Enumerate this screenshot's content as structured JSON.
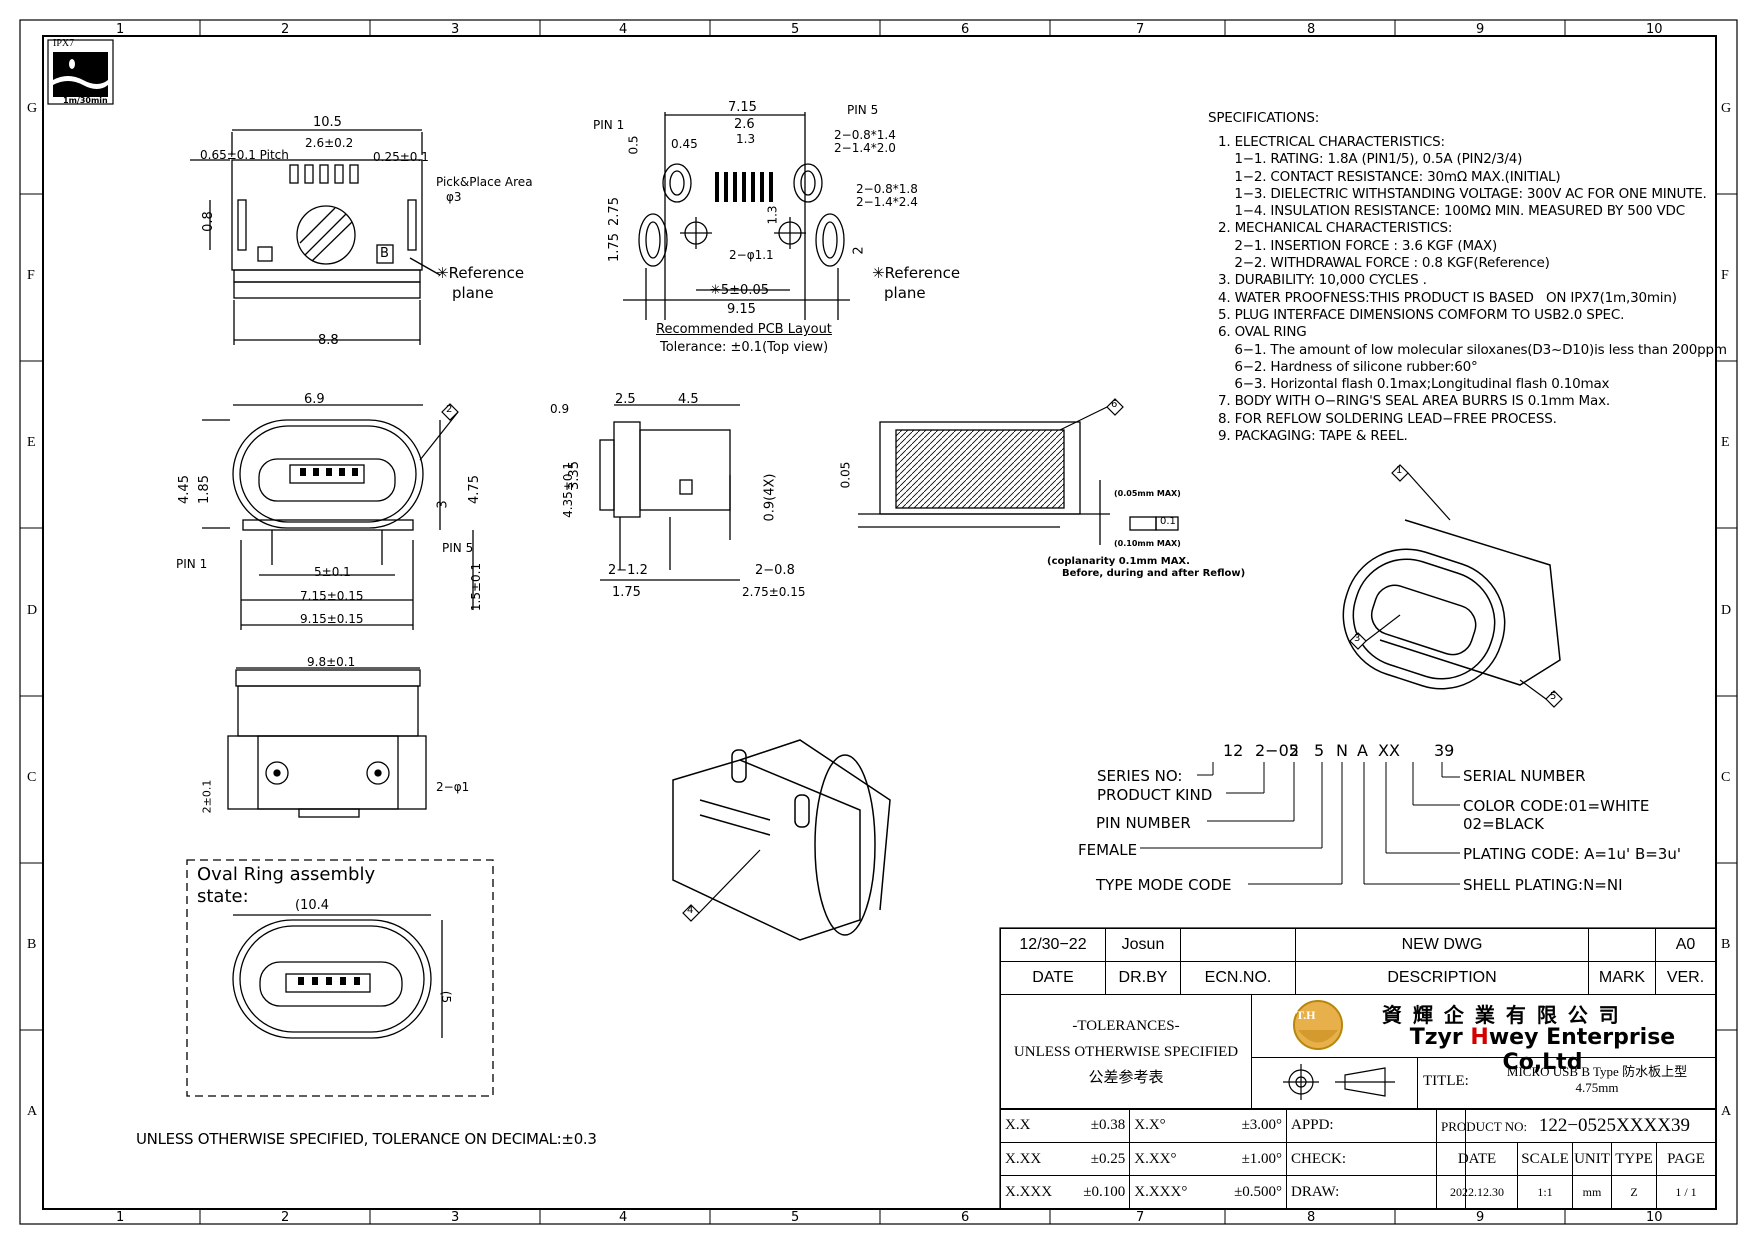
{
  "grid": {
    "cols": [
      "1",
      "2",
      "3",
      "4",
      "5",
      "6",
      "7",
      "8",
      "9",
      "10"
    ],
    "rows": [
      "G",
      "F",
      "E",
      "D",
      "C",
      "B",
      "A"
    ]
  },
  "badge": {
    "top": "IPX7",
    "bottom": "1m/30min"
  },
  "dims": {
    "top_view": {
      "w105": "10.5",
      "pitch": "0.65±0.1 Pitch",
      "w26": "2.6±0.2",
      "w025": "0.25±0.1",
      "h08": "0.8",
      "pick_place": "Pick&Place Area",
      "d3": "φ3",
      "b_mark": "B",
      "ref1": "✳Reference",
      "ref2": "plane",
      "w88": "8.8"
    },
    "pcb": {
      "pin1": "PIN 1",
      "pin5": "PIN 5",
      "w715": "7.15",
      "w26": "2.6",
      "w13": "1.3",
      "w045": "0.45",
      "h05": "0.5",
      "h275": "2.75",
      "h175": "1.75",
      "h13": "1.3",
      "h2": "2",
      "s1": "2−0.8*1.4",
      "s2": "2−1.4*2.0",
      "s3": "2−0.8*1.8",
      "s4": "2−1.4*2.4",
      "d11": "2−φ1.1",
      "w5": "✳5±0.05",
      "w915": "9.15",
      "ref1": "✳Reference",
      "ref2": "plane",
      "cap1": "Recommended PCB Layout",
      "cap2": "Tolerance: ±0.1(Top view)"
    },
    "front": {
      "w69": "6.9",
      "h445": "4.45",
      "h185": "1.85",
      "h3": "3",
      "h475": "4.75",
      "pin1": "PIN 1",
      "pin5": "PIN 5",
      "w5": "5±0.1",
      "w715": "7.15±0.15",
      "w915": "9.15±0.15",
      "h15": "1.5±0.1"
    },
    "side": {
      "w09": "0.9",
      "w25": "2.5",
      "w45": "4.5",
      "h435": "4.35±0.1",
      "h335": "3.35",
      "h09": "0.9(4X)",
      "l12": "2−1.2",
      "l08": "2−0.8",
      "w175": "1.75",
      "w275": "2.75±0.15"
    },
    "coplanar": {
      "h005": "0.05",
      "up": "(0.05mm MAX)",
      "down": "(0.10mm MAX)",
      "flat": "0.1",
      "note1": "(coplanarity 0.1mm MAX.",
      "note2": "Before, during and after Reflow)"
    },
    "bottom": {
      "w98": "9.8±0.1",
      "h2": "2±0.1",
      "d1": "2−φ1"
    },
    "oval": {
      "title1": "Oval Ring assembly",
      "title2": "state:",
      "w104": "(10.4",
      "h5": "(5"
    }
  },
  "specs": {
    "title": "SPECIFICATIONS:",
    "lines": [
      "1. ELECTRICAL CHARACTERISTICS:",
      "    1−1. RATING: 1.8A (PIN1/5), 0.5A (PIN2/3/4)",
      "    1−2. CONTACT RESISTANCE: 30mΩ MAX.(INITIAL)",
      "    1−3. DIELECTRIC WITHSTANDING VOLTAGE: 300V AC FOR ONE MINUTE.",
      "    1−4. INSULATION RESISTANCE: 100MΩ MIN. MEASURED BY 500 VDC",
      "2. MECHANICAL CHARACTERISTICS:",
      "    2−1. INSERTION FORCE : 3.6 KGF (MAX)",
      "    2−2. WITHDRAWAL FORCE : 0.8 KGF(Reference)",
      "3. DURABILITY: 10,000 CYCLES .",
      "4. WATER PROOFNESS:THIS PRODUCT IS BASED   ON IPX7(1m,30min)",
      "5. PLUG INTERFACE DIMENSIONS COMFORM TO USB2.0 SPEC.",
      "6. OVAL RING",
      "    6−1. The amount of low molecular siloxanes(D3~D10)is less than 200ppm",
      "    6−2. Hardness of silicone rubber:60°",
      "    6−3. Horizontal flash 0.1max;Longitudinal flash 0.10max",
      "7. BODY WITH O−RING'S SEAL AREA BURRS IS 0.1mm Max.",
      "8. FOR REFLOW SOLDERING LEAD−FREE PROCESS.",
      "9. PACKAGING: TAPE & REEL."
    ]
  },
  "balloons": [
    "1",
    "2",
    "3",
    "4",
    "5",
    "6"
  ],
  "part_code": {
    "segments": [
      "12",
      "2−05",
      "2",
      "5",
      "N",
      "A",
      "XX",
      "39"
    ],
    "labels_left": [
      "SERIES NO:",
      "PRODUCT KIND",
      "PIN NUMBER",
      "FEMALE",
      "TYPE MODE CODE"
    ],
    "labels_right": [
      "SERIAL NUMBER",
      "COLOR CODE:01=WHITE",
      "02=BLACK",
      "PLATING CODE: A=1u' B=3u'",
      "SHELL PLATING:N=NI"
    ]
  },
  "note": "UNLESS OTHERWISE SPECIFIED, TOLERANCE ON DECIMAL:±0.3",
  "title_block": {
    "rev": {
      "date": "12/30−22",
      "by": "Josun",
      "ecn": "",
      "desc": "NEW DWG",
      "mark": "",
      "ver": "A0"
    },
    "rev_head": {
      "date": "DATE",
      "by": "DR.BY",
      "ecn": "ECN.NO.",
      "desc": "DESCRIPTION",
      "mark": "MARK",
      "ver": "VER."
    },
    "tol1": "-TOLERANCES-",
    "tol2": "UNLESS OTHERWISE SPECIFIED",
    "tol3": "公差参考表",
    "logo": "T.H",
    "company_cn": "資 輝 企 業 有 限 公 司",
    "company_en_a": "Tzyr ",
    "company_en_h": "H",
    "company_en_b": "wey Enterprise Co,Ltd",
    "title_label": "TITLE:",
    "title_val1": "MICRO USB B Type 防水板上型",
    "title_val2": "4.75mm",
    "tol_rows": [
      {
        "a": "X.X",
        "av": "±0.38",
        "b": "X.X°",
        "bv": "±3.00°",
        "c": "APPD:"
      },
      {
        "a": "X.XX",
        "av": "±0.25",
        "b": "X.XX°",
        "bv": "±1.00°",
        "c": "CHECK:"
      },
      {
        "a": "X.XXX",
        "av": "±0.100",
        "b": "X.XXX°",
        "bv": "±0.500°",
        "c": "DRAW:"
      }
    ],
    "product_label": "PRODUCT NO:",
    "product_no": "122−0525XXXX39",
    "h_date": "DATE",
    "h_scale": "SCALE",
    "h_unit": "UNIT",
    "h_type": "TYPE",
    "h_page": "PAGE",
    "v_date": "2022.12.30",
    "v_scale": "1:1",
    "v_unit": "mm",
    "v_type": "Z",
    "v_page": "1 / 1"
  }
}
